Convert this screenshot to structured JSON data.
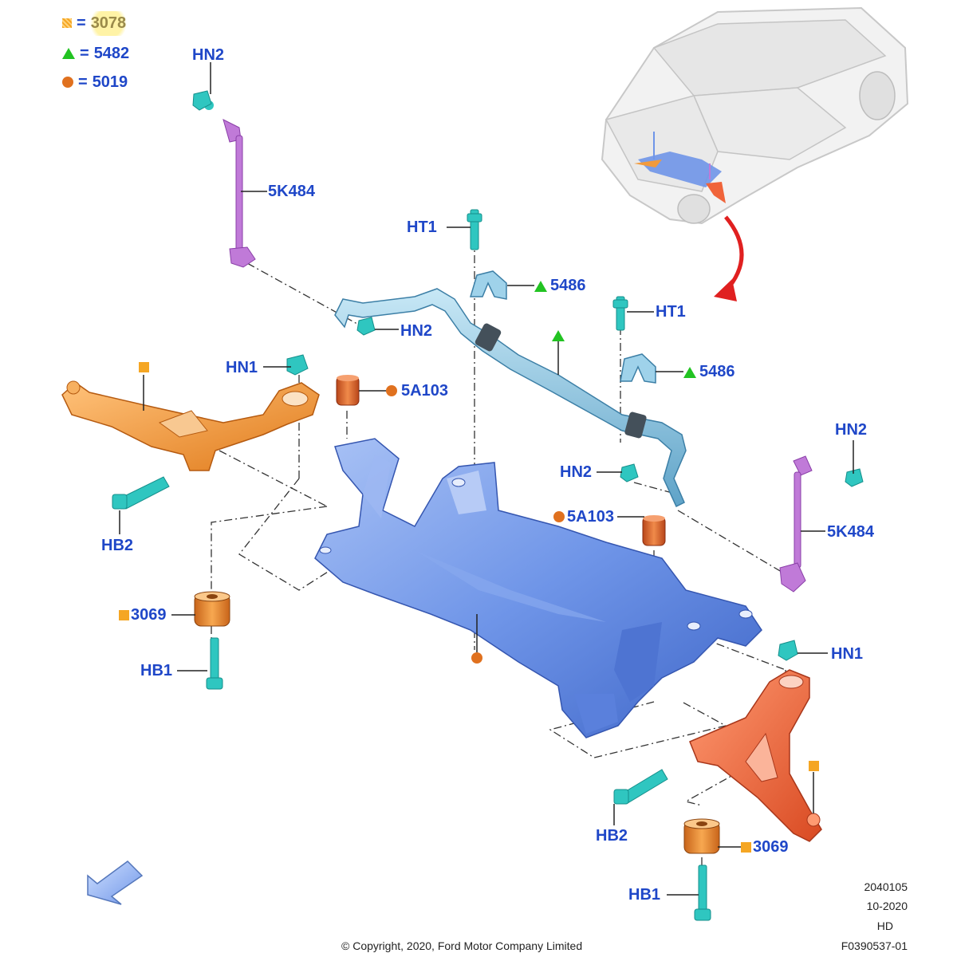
{
  "legend": [
    {
      "symbol": "square",
      "value": "3078"
    },
    {
      "symbol": "triangle",
      "value": "5482"
    },
    {
      "symbol": "circle",
      "value": "5019"
    }
  ],
  "legend_eq": "=",
  "labels": {
    "hn2_top_left": "HN2",
    "link_left": "5K484",
    "ht1_center": "HT1",
    "bracket_center": "5486",
    "ht1_right": "HT1",
    "bracket_right": "5486",
    "hn2_bar_left": "HN2",
    "hn1_left": "HN1",
    "bushing_left": "5A103",
    "hn2_right_top": "HN2",
    "hn2_center_right": "HN2",
    "bushing_right": "5A103",
    "link_right": "5K484",
    "hb2_left": "HB2",
    "mount_left": "3069",
    "hb1_left": "HB1",
    "hn1_right": "HN1",
    "hb2_right": "HB2",
    "mount_right": "3069",
    "hb1_right": "HB1"
  },
  "meta": {
    "line1": "2040105",
    "line2": "10-2020",
    "line3": "HD",
    "line4": "F0390537-01"
  },
  "copyright": "© Copyright, 2020, Ford Motor Company Limited",
  "colors": {
    "label": "#1f47c8",
    "arm_left": "#f29a3c",
    "arm_right": "#f0643a",
    "subframe": "#6f95e8",
    "stabilizer": "#86c3e0",
    "link": "#c07ad8",
    "fastener": "#2fc6c0",
    "bushing": "#d9622b",
    "mount": "#e88a2a",
    "arrow_red": "#e02020"
  }
}
